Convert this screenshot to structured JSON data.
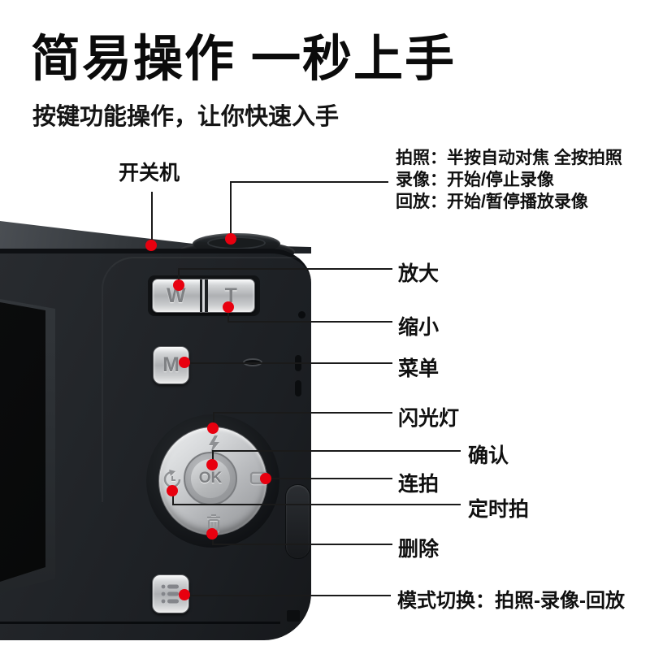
{
  "header": {
    "title": "简易操作 一秒上手",
    "subtitle": "按键功能操作，让你快速入手"
  },
  "camera": {
    "wide_label": "W",
    "tele_label": "T",
    "menu_label": "M",
    "ok_label": "OK"
  },
  "callouts": {
    "power": "开关机",
    "shutter_photo": "拍照：半按自动对焦 全按拍照",
    "shutter_video": "录像：开始/停止录像",
    "shutter_playback": "回放：开始/暂停播放录像",
    "zoom_in": "放大",
    "zoom_out": "缩小",
    "menu": "菜单",
    "flash": "闪光灯",
    "confirm": "确认",
    "burst": "连拍",
    "timer": "定时拍",
    "delete": "删除",
    "mode_switch": "模式切换：拍照-录像-回放"
  },
  "colors": {
    "accent_red": "#e8000f",
    "line_black": "#1a1a1a",
    "body_dark": "#1f2226",
    "metal_silver": "#c9cbcd"
  },
  "icons": {
    "flash": "lightning-bolt",
    "burst": "frame-rectangle",
    "timer": "clock-arrow",
    "delete": "trash-can",
    "mode": "list-menu"
  }
}
